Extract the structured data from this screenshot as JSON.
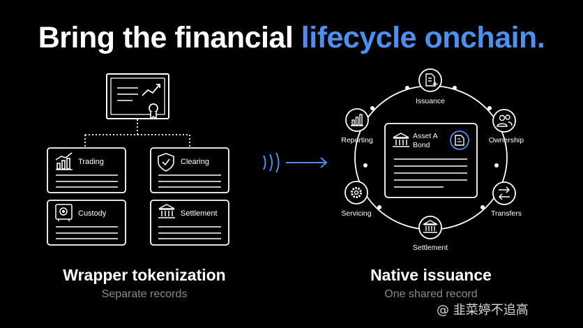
{
  "title": {
    "lead": "Bring the financial",
    "accent": "lifecycle onchain.",
    "accent_color": "#4d8ff0"
  },
  "wrapper": {
    "cards": [
      "Trading",
      "Clearing",
      "Custody",
      "Settlement"
    ],
    "heading": "Wrapper tokenization",
    "subheading": "Separate records"
  },
  "native": {
    "record_title_1": "Asset A",
    "record_title_2": "Bond",
    "nodes": [
      "Issuance",
      "Ownership",
      "Transfers",
      "Settlement",
      "Servicing",
      "Reporting"
    ],
    "heading": "Native issuance",
    "subheading": "One shared record"
  },
  "watermark": "@ 韭菜婷不追高"
}
